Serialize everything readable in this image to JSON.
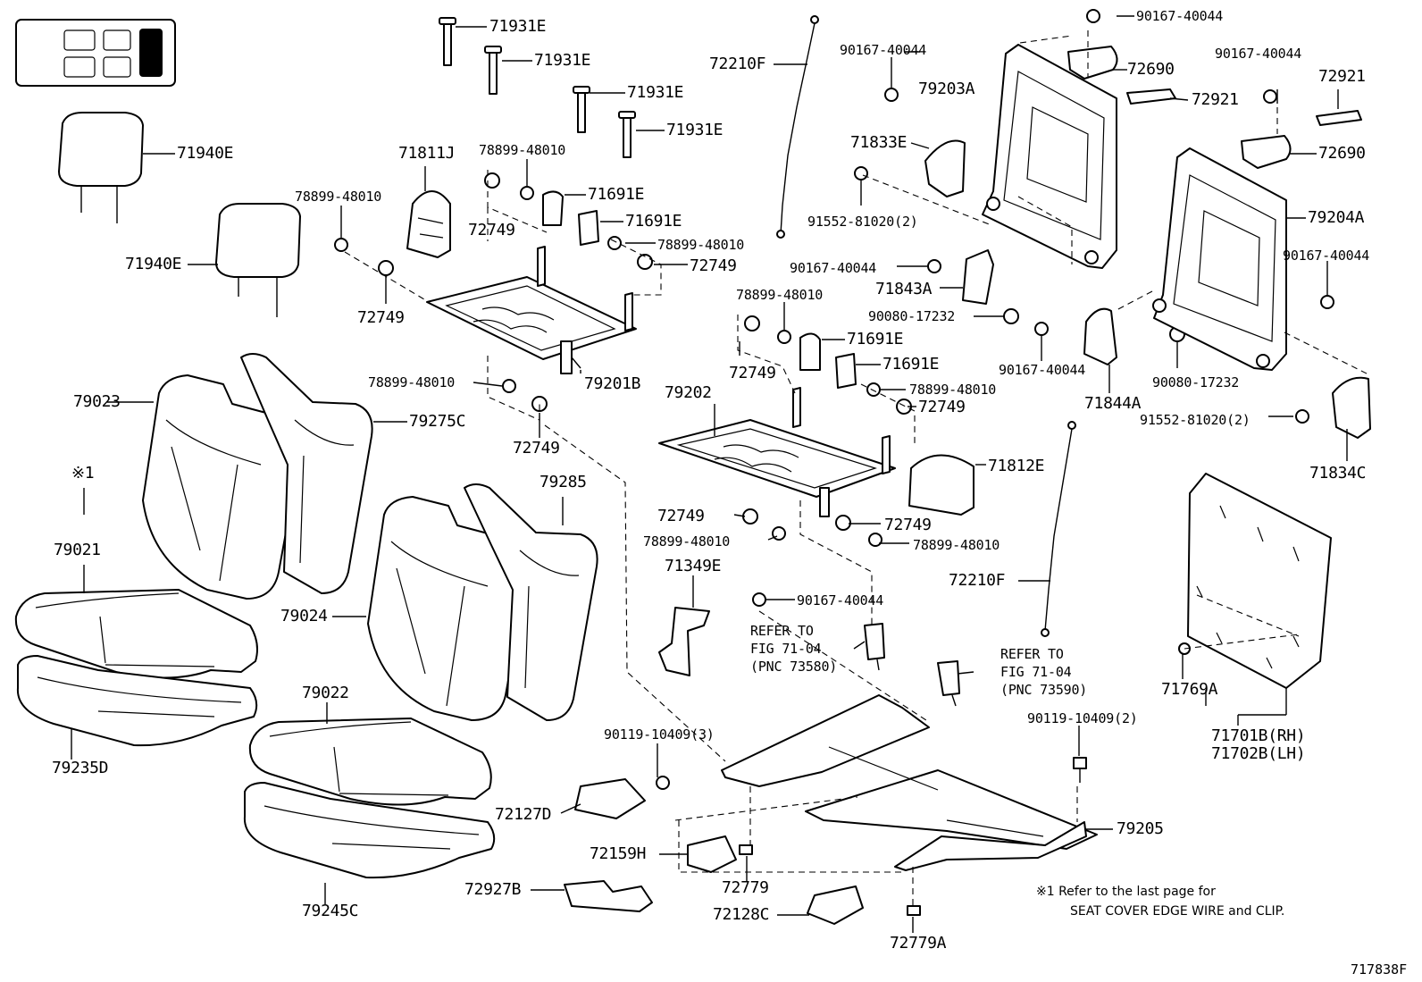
{
  "parts": {
    "p71931e_1": "71931E",
    "p71931e_2": "71931E",
    "p71931e_3": "71931E",
    "p71931e_4": "71931E",
    "p71940e_1": "71940E",
    "p71940e_2": "71940E",
    "p71811j": "71811J",
    "p78899_48010_a": "78899-48010",
    "p78899_48010_b": "78899-48010",
    "p78899_48010_c": "78899-48010",
    "p78899_48010_d": "78899-48010",
    "p78899_48010_e": "78899-48010",
    "p78899_48010_f": "78899-48010",
    "p78899_48010_g": "78899-48010",
    "p78899_48010_h": "78899-48010",
    "p71691e_1": "71691E",
    "p71691e_2": "71691E",
    "p71691e_3": "71691E",
    "p71691e_4": "71691E",
    "p72749_a": "72749",
    "p72749_b": "72749",
    "p72749_c": "72749",
    "p72749_d": "72749",
    "p72749_e": "72749",
    "p72749_f": "72749",
    "p72749_g": "72749",
    "p72749_h": "72749",
    "p79201b": "79201B",
    "p79023": "79023",
    "p79275c": "79275C",
    "p79285": "79285",
    "p79021": "79021",
    "p79024": "79024",
    "p79022": "79022",
    "p79235d": "79235D",
    "p79245c": "79245C",
    "p72210f_1": "72210F",
    "p72210f_2": "72210F",
    "p90167_40044_a": "90167-40044",
    "p90167_40044_b": "90167-40044",
    "p90167_40044_c": "90167-40044",
    "p90167_40044_d": "90167-40044",
    "p90167_40044_e": "90167-40044",
    "p90167_40044_f": "90167-40044",
    "p90167_40044_g": "90167-40044",
    "p79203a": "79203A",
    "p72690_1": "72690",
    "p72690_2": "72690",
    "p72921_1": "72921",
    "p72921_2": "72921",
    "p71833e": "71833E",
    "p91552_81020_1": "91552-81020(2)",
    "p91552_81020_2": "91552-81020(2)",
    "p79204a": "79204A",
    "p71843a": "71843A",
    "p90080_17232_1": "90080-17232",
    "p90080_17232_2": "90080-17232",
    "p71844a": "71844A",
    "p71834c": "71834C",
    "p79202": "79202",
    "p71812e": "71812E",
    "p71349e": "71349E",
    "p90119_10409_3": "90119-10409(3)",
    "p90119_10409_2": "90119-10409(2)",
    "p72127d": "72127D",
    "p72159h": "72159H",
    "p72779": "72779",
    "p72927b": "72927B",
    "p72128c": "72128C",
    "p72779a": "72779A",
    "p79205": "79205",
    "p71769a": "71769A",
    "p71701b": "71701B(RH)",
    "p71702b": "71702B(LH)"
  },
  "refs": {
    "ref1_line1": "REFER TO",
    "ref1_line2": "FIG 71-04",
    "ref1_line3": "(PNC 73580)",
    "ref2_line1": "REFER TO",
    "ref2_line2": "FIG 71-04",
    "ref2_line3": "(PNC 73590)"
  },
  "note_marker": "※1",
  "footnote": {
    "line1": "※1  Refer to the last page for",
    "line2": "SEAT COVER EDGE WIRE and CLIP."
  },
  "figure_id": "717838F"
}
